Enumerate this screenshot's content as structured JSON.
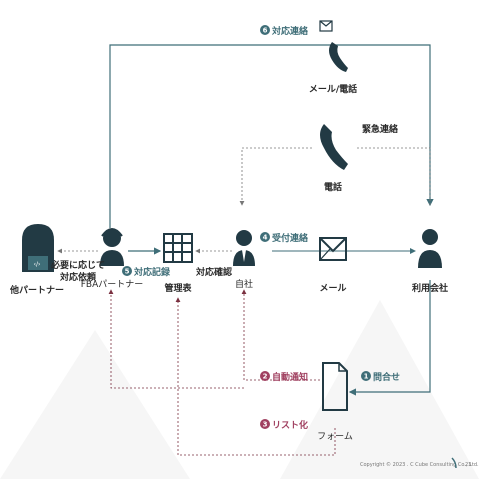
{
  "nodes": {
    "other_partner": "他パートナー",
    "fba_partner": "FBAパートナー",
    "kanri": "管理表",
    "jisha": "自社",
    "mail": "メール",
    "riyou": "利用会社",
    "form": "フォーム",
    "phone": "電話",
    "mail_phone": "メール/電話"
  },
  "edges": {
    "taiou_irai_1": "必要に応じて",
    "taiou_irai_2": "対応依頼",
    "taiou_kiroku": "対応記録",
    "taiou_kakunin": "対応確認",
    "uketsuke": "受付連絡",
    "kinkyu": "緊急連絡",
    "taiou_renraku": "対応連絡",
    "toiawase": "問合せ",
    "jidou_tsuchi": "自動通知",
    "list_ka": "リスト化"
  },
  "step_numbers": {
    "toiawase": "1",
    "jidou_tsuchi": "2",
    "list_ka": "3",
    "uketsuke": "4",
    "taiou_kiroku": "5",
    "taiou_renraku": "6"
  },
  "colors": {
    "teal": "#3f6e78",
    "magenta": "#a04060",
    "dark_red": "#7a3040",
    "gray": "#888888"
  },
  "footer": {
    "copyright": "Copyright © 2023 . C Cube Consulting Co., Ltd.",
    "page": "23"
  }
}
